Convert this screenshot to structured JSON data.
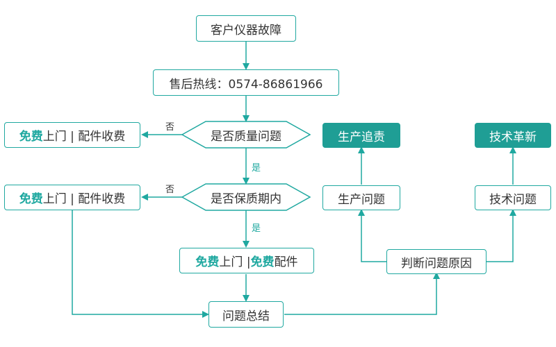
{
  "diagram": {
    "colors": {
      "accent": "#1fa8a0",
      "filled": "#1f9e95",
      "text": "#333333",
      "line": "#1fa8a0"
    },
    "nodes": {
      "fault": "客户仪器故障",
      "hotline": "售后热线：0574-86861966",
      "quality_question": "是否质量问题",
      "warranty_question": "是否保质期内",
      "paid_parts_1": {
        "free": "免费",
        "rest": "上门 | 配件收费"
      },
      "paid_parts_2": {
        "free": "免费",
        "rest": "上门 | 配件收费"
      },
      "free_all": {
        "free1": "免费",
        "mid": "上门 | ",
        "free2": "免费",
        "rest": "配件"
      },
      "summary": "问题总结",
      "cause": "判断问题原因",
      "production_problem": "生产问题",
      "production_accountability": "生产追责",
      "tech_problem": "技术问题",
      "tech_innovation": "技术革新"
    },
    "edge_labels": {
      "no_1": "否",
      "no_2": "否",
      "yes_1": "是",
      "yes_2": "是"
    }
  }
}
